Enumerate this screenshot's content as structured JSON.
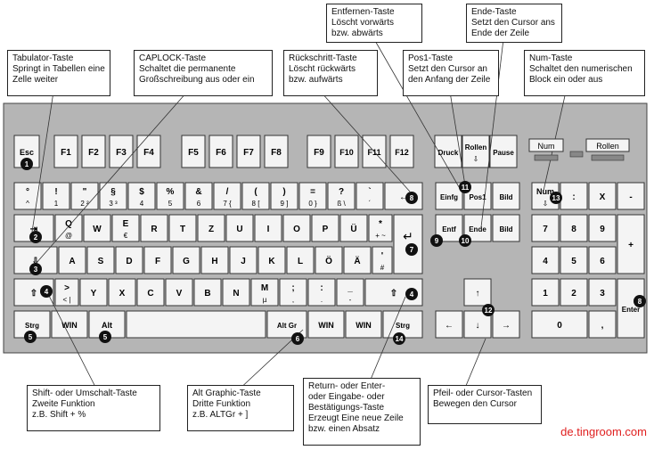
{
  "callouts": [
    {
      "name": "callout-tab",
      "lines": [
        "Tabulator-Taste",
        "Springt in Tabellen eine",
        "Zelle weiter"
      ]
    },
    {
      "name": "callout-capslock",
      "lines": [
        "CAPLOCK-Taste",
        "Schaltet die permanente",
        "Großschreibung aus oder ein"
      ]
    },
    {
      "name": "callout-backspace",
      "lines": [
        "Rückschritt-Taste",
        "Löscht rückwärts",
        "bzw. aufwärts"
      ]
    },
    {
      "name": "callout-delete",
      "lines": [
        "Entfernen-Taste",
        "Löscht vorwärts",
        "bzw. abwärts"
      ]
    },
    {
      "name": "callout-pos1",
      "lines": [
        "Pos1-Taste",
        "Setzt den Cursor an",
        "den Anfang der Zeile"
      ]
    },
    {
      "name": "callout-end",
      "lines": [
        "Ende-Taste",
        "Setzt den Cursor ans",
        "Ende der Zeile"
      ]
    },
    {
      "name": "callout-numlock",
      "lines": [
        "Num-Taste",
        "Schaltet den numerischen",
        "Block ein oder aus"
      ]
    },
    {
      "name": "callout-shift",
      "lines": [
        "Shift- oder Umschalt-Taste",
        "Zweite Funktion",
        "z.B. Shift + %"
      ]
    },
    {
      "name": "callout-altgr",
      "lines": [
        "Alt Graphic-Taste",
        "Dritte Funktion",
        "z.B. ALTGr + ]"
      ]
    },
    {
      "name": "callout-enter",
      "lines": [
        "Return- oder Enter-",
        "oder Eingabe- oder",
        "Bestätigungs-Taste",
        "Erzeugt Eine neue Zeile",
        "bzw. einen Absatz"
      ]
    },
    {
      "name": "callout-arrows",
      "lines": [
        "Pfeil- oder Cursor-Tasten",
        "Bewegen den Cursor"
      ]
    }
  ],
  "keys": [
    {
      "name": "key-esc",
      "label": "Esc"
    },
    {
      "name": "key-f1",
      "label": "F1"
    },
    {
      "name": "key-f2",
      "label": "F2"
    },
    {
      "name": "key-f3",
      "label": "F3"
    },
    {
      "name": "key-f4",
      "label": "F4"
    },
    {
      "name": "key-f5",
      "label": "F5"
    },
    {
      "name": "key-f6",
      "label": "F6"
    },
    {
      "name": "key-f7",
      "label": "F7"
    },
    {
      "name": "key-f8",
      "label": "F8"
    },
    {
      "name": "key-f9",
      "label": "F9"
    },
    {
      "name": "key-f10",
      "label": "F10"
    },
    {
      "name": "key-f11",
      "label": "F11"
    },
    {
      "name": "key-f12",
      "label": "F12"
    },
    {
      "name": "key-druck",
      "label": "Druck"
    },
    {
      "name": "key-rollen",
      "label": "Rollen"
    },
    {
      "name": "key-pause",
      "label": "Pause"
    },
    {
      "name": "key-circumflex",
      "label": "°"
    },
    {
      "name": "key-1",
      "label": "!"
    },
    {
      "name": "key-2",
      "label": "\""
    },
    {
      "name": "key-3",
      "label": "§"
    },
    {
      "name": "key-4",
      "label": "$"
    },
    {
      "name": "key-5",
      "label": "%"
    },
    {
      "name": "key-6",
      "label": "&"
    },
    {
      "name": "key-7",
      "label": "/"
    },
    {
      "name": "key-8",
      "label": "("
    },
    {
      "name": "key-9",
      "label": ")"
    },
    {
      "name": "key-0",
      "label": "="
    },
    {
      "name": "key-sz",
      "label": "?"
    },
    {
      "name": "key-acute",
      "label": "`"
    },
    {
      "name": "key-backspace",
      "label": "←"
    },
    {
      "name": "key-einfg",
      "label": "Einfg"
    },
    {
      "name": "key-pos1",
      "label": "Pos1"
    },
    {
      "name": "key-bild-up",
      "label": "Bild"
    },
    {
      "name": "key-num",
      "label": "Num"
    },
    {
      "name": "key-num-div",
      "label": ":"
    },
    {
      "name": "key-num-mul",
      "label": "X"
    },
    {
      "name": "key-num-minus",
      "label": "-"
    },
    {
      "name": "key-tab",
      "label": "⇥"
    },
    {
      "name": "key-q",
      "label": "Q"
    },
    {
      "name": "key-w",
      "label": "W"
    },
    {
      "name": "key-e",
      "label": "E"
    },
    {
      "name": "key-r",
      "label": "R"
    },
    {
      "name": "key-t",
      "label": "T"
    },
    {
      "name": "key-z",
      "label": "Z"
    },
    {
      "name": "key-u",
      "label": "U"
    },
    {
      "name": "key-i",
      "label": "I"
    },
    {
      "name": "key-o",
      "label": "O"
    },
    {
      "name": "key-p",
      "label": "P"
    },
    {
      "name": "key-ue",
      "label": "Ü"
    },
    {
      "name": "key-plus",
      "label": "*"
    },
    {
      "name": "key-entf",
      "label": "Entf"
    },
    {
      "name": "key-ende",
      "label": "Ende"
    },
    {
      "name": "key-bild-down",
      "label": "Bild"
    },
    {
      "name": "key-num-7",
      "label": "7"
    },
    {
      "name": "key-num-8",
      "label": "8"
    },
    {
      "name": "key-num-9",
      "label": "9"
    },
    {
      "name": "key-num-plus",
      "label": "+"
    },
    {
      "name": "key-capslock",
      "label": "⇩"
    },
    {
      "name": "key-a",
      "label": "A"
    },
    {
      "name": "key-s",
      "label": "S"
    },
    {
      "name": "key-d",
      "label": "D"
    },
    {
      "name": "key-f",
      "label": "F"
    },
    {
      "name": "key-g",
      "label": "G"
    },
    {
      "name": "key-h",
      "label": "H"
    },
    {
      "name": "key-j",
      "label": "J"
    },
    {
      "name": "key-k",
      "label": "K"
    },
    {
      "name": "key-l",
      "label": "L"
    },
    {
      "name": "key-oe",
      "label": "Ö"
    },
    {
      "name": "key-ae",
      "label": "Ä"
    },
    {
      "name": "key-hash",
      "label": "'"
    },
    {
      "name": "key-num-4",
      "label": "4"
    },
    {
      "name": "key-num-5",
      "label": "5"
    },
    {
      "name": "key-num-6",
      "label": "6"
    },
    {
      "name": "key-shift-left",
      "label": "⇧"
    },
    {
      "name": "key-less",
      "label": ">"
    },
    {
      "name": "key-y",
      "label": "Y"
    },
    {
      "name": "key-x",
      "label": "X"
    },
    {
      "name": "key-c",
      "label": "C"
    },
    {
      "name": "key-v",
      "label": "V"
    },
    {
      "name": "key-b",
      "label": "B"
    },
    {
      "name": "key-n",
      "label": "N"
    },
    {
      "name": "key-m",
      "label": "M"
    },
    {
      "name": "key-comma",
      "label": ";"
    },
    {
      "name": "key-period",
      "label": ":"
    },
    {
      "name": "key-minus",
      "label": "_"
    },
    {
      "name": "key-shift-right",
      "label": "⇧"
    },
    {
      "name": "key-arrow-up",
      "label": "↑"
    },
    {
      "name": "key-num-1",
      "label": "1"
    },
    {
      "name": "key-num-2",
      "label": "2"
    },
    {
      "name": "key-num-3",
      "label": "3"
    },
    {
      "name": "key-num-enter",
      "label": "Enter"
    },
    {
      "name": "key-ctrl-left",
      "label": "Strg"
    },
    {
      "name": "key-win-left",
      "label": "WIN"
    },
    {
      "name": "key-alt",
      "label": "Alt"
    },
    {
      "name": "key-space",
      "label": ""
    },
    {
      "name": "key-altgr",
      "label": "Alt Gr"
    },
    {
      "name": "key-win-right",
      "label": "WIN"
    },
    {
      "name": "key-menu",
      "label": "WIN"
    },
    {
      "name": "key-ctrl-right",
      "label": "Strg"
    },
    {
      "name": "key-arrow-left",
      "label": "←"
    },
    {
      "name": "key-arrow-down",
      "label": "↓"
    },
    {
      "name": "key-arrow-right",
      "label": "→"
    },
    {
      "name": "key-num-0",
      "label": "0"
    },
    {
      "name": "key-num-dec",
      "label": ","
    }
  ],
  "sublabels": [
    {
      "key": "key-circumflex",
      "text": "^"
    },
    {
      "key": "key-1",
      "text": "1"
    },
    {
      "key": "key-2",
      "text": "2 ²"
    },
    {
      "key": "key-3",
      "text": "3 ³"
    },
    {
      "key": "key-4",
      "text": "4"
    },
    {
      "key": "key-5",
      "text": "5"
    },
    {
      "key": "key-6",
      "text": "6"
    },
    {
      "key": "key-7",
      "text": "7 {"
    },
    {
      "key": "key-8",
      "text": "8 ["
    },
    {
      "key": "key-9",
      "text": "9 ]"
    },
    {
      "key": "key-0",
      "text": "0 }"
    },
    {
      "key": "key-sz",
      "text": "ß \\"
    },
    {
      "key": "key-acute",
      "text": "´"
    },
    {
      "key": "key-q",
      "text": "@"
    },
    {
      "key": "key-e",
      "text": "€"
    },
    {
      "key": "key-plus",
      "text": "+ ~"
    },
    {
      "key": "key-hash",
      "text": "#"
    },
    {
      "key": "key-less",
      "text": "< |"
    },
    {
      "key": "key-m",
      "text": "µ"
    },
    {
      "key": "key-comma",
      "text": ","
    },
    {
      "key": "key-period",
      "text": "."
    },
    {
      "key": "key-minus",
      "text": "-"
    },
    {
      "key": "key-num",
      "text": "⇩"
    },
    {
      "key": "key-rollen",
      "text": "⇩"
    }
  ],
  "indicators": {
    "num": "Num",
    "rollen": "Rollen"
  },
  "badges": [
    "1",
    "2",
    "3",
    "4",
    "4",
    "5",
    "5",
    "6",
    "7",
    "8",
    "8",
    "9",
    "10",
    "11",
    "12",
    "13",
    "14"
  ],
  "brand": "de.tingroom.com",
  "colors": {
    "board": "#b5b5b5",
    "key": "#f4f4f4",
    "badge": "#111111",
    "brand": "#e02020"
  }
}
